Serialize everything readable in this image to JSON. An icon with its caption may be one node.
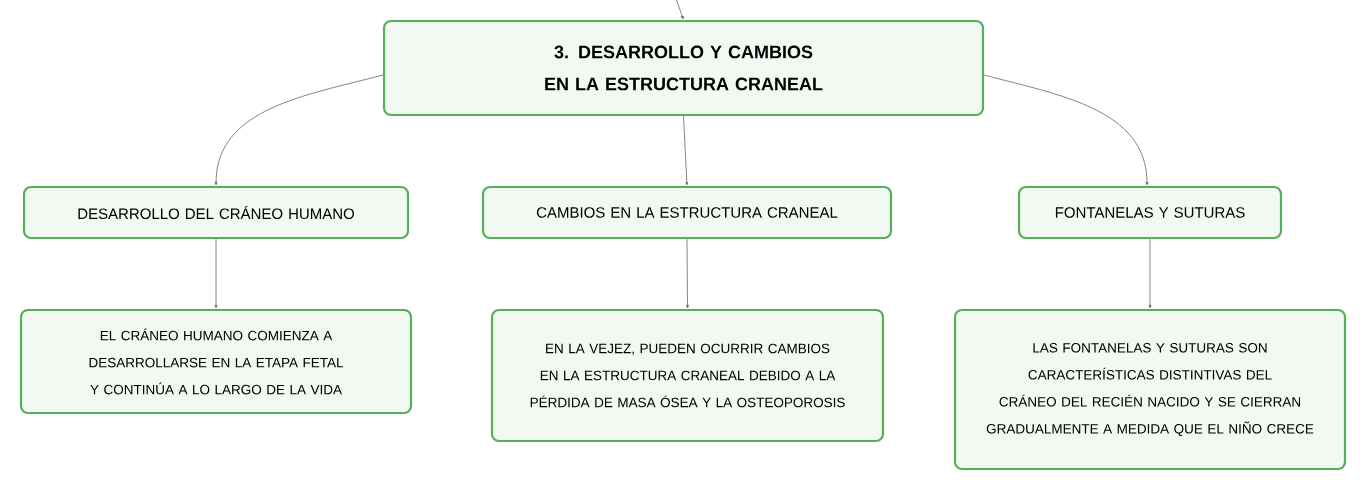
{
  "diagram": {
    "nodes": [
      {
        "text": [
          "3. DESARROLLO Y CAMBIOS EN LA ESTRUCTURA CRANEAL"
        ]
      },
      {
        "text": [
          "DESARROLLO DEL CRÁNEO HUMANO"
        ]
      },
      {
        "text": [
          "CAMBIOS EN LA ESTRUCTURA CRANEAL"
        ]
      },
      {
        "text": [
          "FONTANELAS Y SUTURAS"
        ]
      },
      {
        "text": [
          "EL CRÁNEO HUMANO COMIENZA A DESARROLLARSE EN LA ETAPA FETAL Y CONTINÚA A LO LARGO DE LA VIDA"
        ]
      },
      {
        "text": [
          "EN LA VEJEZ, PUEDEN OCURRIR CAMBIOS EN LA ESTRUCTURA CRANEAL DEBIDO A LA PÉRDIDA DE MASA ÓSEA Y LA OSTEOPOROSIS"
        ]
      },
      {
        "text": [
          "LAS FONTANELAS Y SUTURAS SON CARACTERÍSTICAS DISTINTIVAS DEL CRÁNEO DEL RECIÉN NACIDO Y SE CIERRAN GRADUALMENTE A MEDIDA QUE EL NIÑO CRECE"
        ]
      }
    ],
    "edges": [
      {
        "from": null,
        "to": 0,
        "arrow": "to"
      },
      {
        "from": 0,
        "to": 1,
        "arrow": "to"
      },
      {
        "from": 0,
        "to": 2,
        "arrow": "to"
      },
      {
        "from": 0,
        "to": 3,
        "arrow": "to"
      },
      {
        "from": 1,
        "to": 4,
        "arrow": "to"
      },
      {
        "from": 2,
        "to": 5,
        "arrow": "to"
      },
      {
        "from": 3,
        "to": 6,
        "arrow": "to"
      }
    ]
  }
}
